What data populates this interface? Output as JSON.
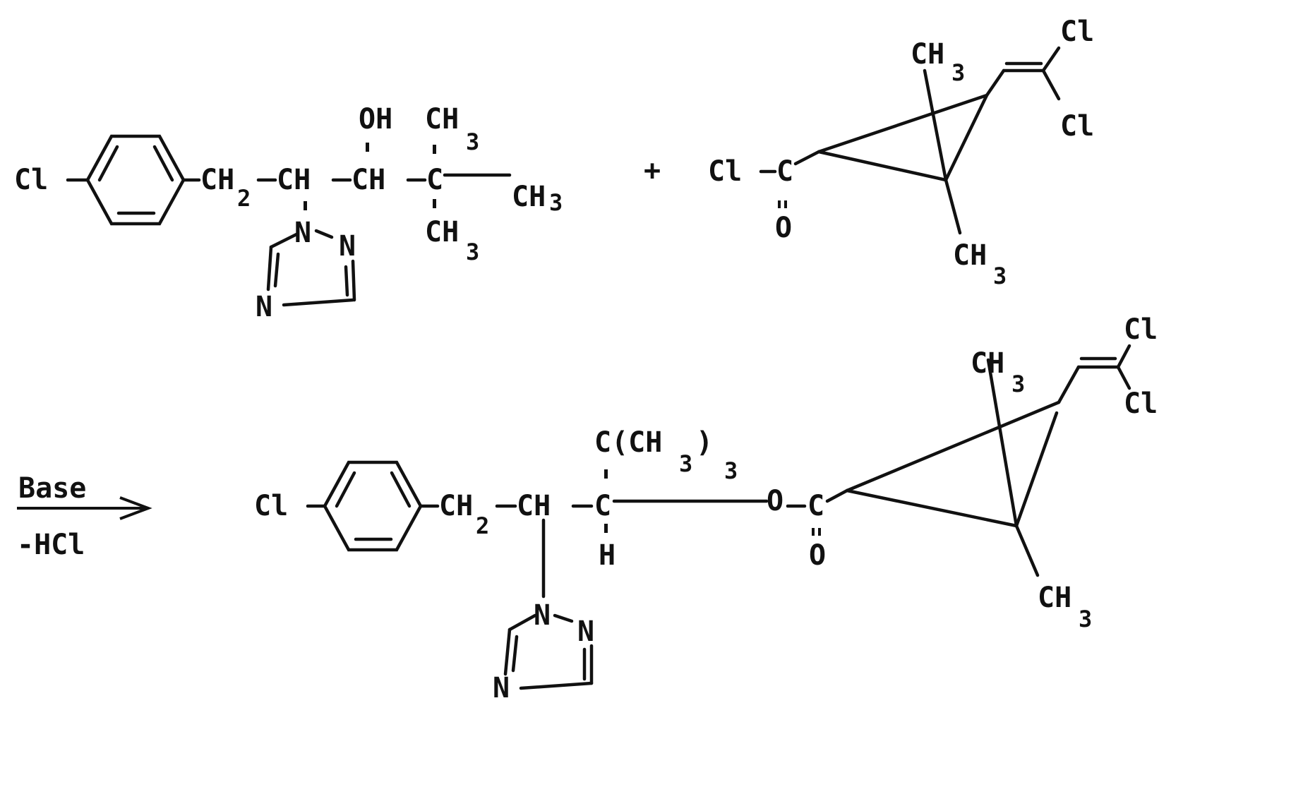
{
  "reactant1": {
    "cl": "Cl",
    "ch2": "CH",
    "ch2_sub": "2",
    "ch_a": "CH",
    "ch_b": "CH",
    "c": "C",
    "oh": "OH",
    "ch3_top": "CH",
    "ch3_top_sub": "3",
    "ch3_right": "CH",
    "ch3_right_sub": "3",
    "ch3_bottom": "CH",
    "ch3_bottom_sub": "3",
    "triazole": {
      "n1": "N",
      "n2": "N",
      "n4": "N"
    }
  },
  "plus": "+",
  "reactant2": {
    "cl": "Cl",
    "c": "C",
    "o": "O",
    "ch3_top": "CH",
    "ch3_top_sub": "3",
    "ch3_bottom": "CH",
    "ch3_bottom_sub": "3",
    "cl_top": "Cl",
    "cl_bottom": "Cl"
  },
  "conditions": {
    "above": "Base",
    "below": "-HCl"
  },
  "product": {
    "cl": "Cl",
    "ch2": "CH",
    "ch2_sub": "2",
    "ch": "CH",
    "c": "C",
    "h": "H",
    "tbu_c": "C(CH",
    "tbu_sub": "3",
    "tbu_close": ")",
    "tbu_sub2": "3",
    "o": "O",
    "c2": "C",
    "o2": "O",
    "ch3_top": "CH",
    "ch3_top_sub": "3",
    "ch3_bottom": "CH",
    "ch3_bottom_sub": "3",
    "cl_top": "Cl",
    "cl_bottom": "Cl",
    "triazole": {
      "n1": "N",
      "n2": "N",
      "n4": "N"
    }
  }
}
